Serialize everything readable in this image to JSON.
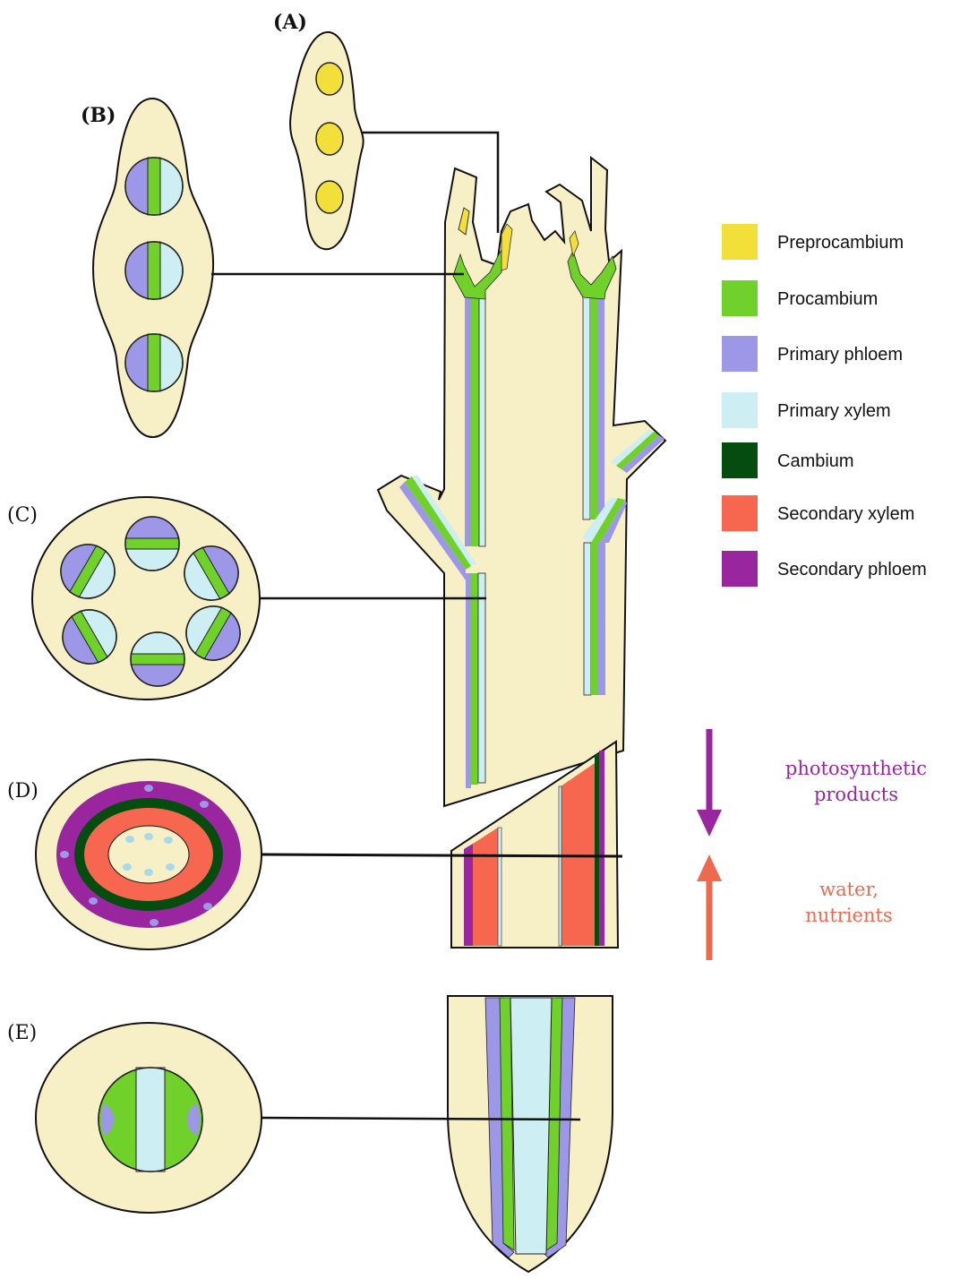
{
  "panels": {
    "a": "(A)",
    "b": "(B)",
    "c": "(C)",
    "d": "(D)",
    "e": "(E)"
  },
  "legend": [
    {
      "label": "Preprocambium",
      "color": "#f2df3a"
    },
    {
      "label": "Procambium",
      "color": "#6fd12a"
    },
    {
      "label": "Primary phloem",
      "color": "#9d97e8"
    },
    {
      "label": "Primary xylem",
      "color": "#cdeef2"
    },
    {
      "label": "Cambium",
      "color": "#054d0f"
    },
    {
      "label": "Secondary xylem",
      "color": "#f76750"
    },
    {
      "label": "Secondary phloem",
      "color": "#9a269f"
    }
  ],
  "flows": {
    "down_line1": "photosynthetic",
    "down_line2": "products",
    "down_color": "#9a269f",
    "up_line1": "water,",
    "up_line2": "nutrients",
    "up_color": "#ee6a4e"
  },
  "colors": {
    "tissue": "#f7efc6",
    "outline": "#111111"
  }
}
